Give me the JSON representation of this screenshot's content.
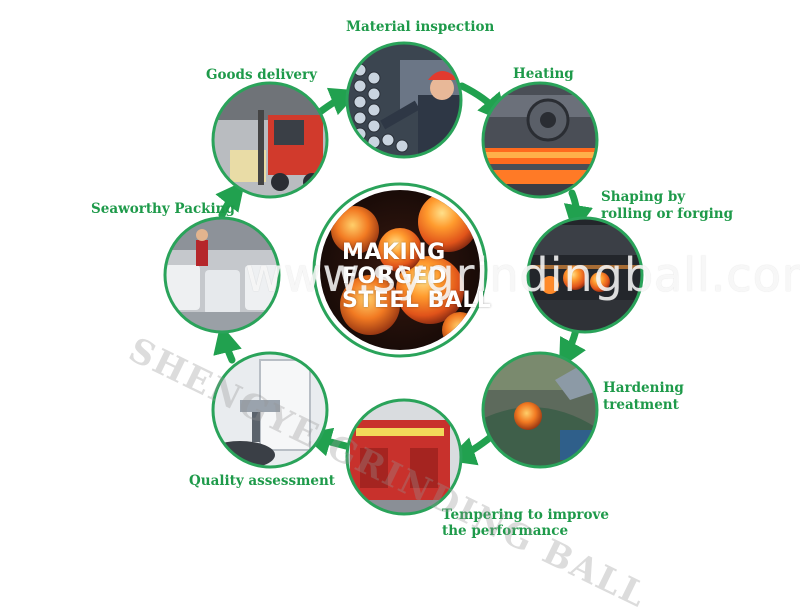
{
  "diagram": {
    "center_title": [
      "MAKING",
      "FORGED",
      "STEEL BALL"
    ],
    "steps": [
      {
        "label": "Material inspection"
      },
      {
        "label": "Heating"
      },
      {
        "label": "Shaping by rolling or forging",
        "lines": [
          "Shaping by",
          "rolling or forging"
        ]
      },
      {
        "label": "Hardening treatment",
        "lines": [
          "Hardening",
          "treatment"
        ]
      },
      {
        "label": "Tempering to improve the performance",
        "lines": [
          "Tempering to improve",
          "the performance"
        ]
      },
      {
        "label": "Quality assessment"
      },
      {
        "label": "Seaworthy Packing"
      },
      {
        "label": "Goods delivery"
      }
    ]
  },
  "watermark": {
    "url": "www.sygrindingball.com",
    "company": "SHENGYE GRINDING BALL"
  },
  "colors": {
    "accent_green": "#1e9a4a",
    "ring_border": "#2aa35a"
  }
}
